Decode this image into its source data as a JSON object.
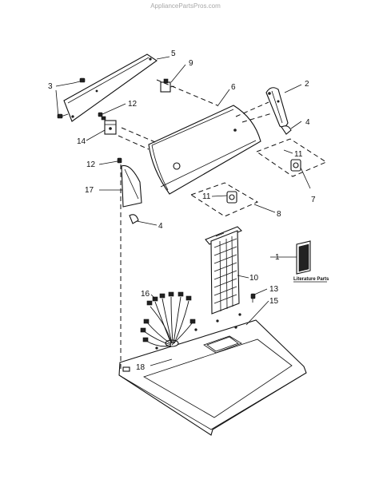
{
  "watermark": "AppliancePartsPros.com",
  "literature_label": "Literature Parts",
  "callouts": {
    "c1": "1",
    "c2": "2",
    "c3": "3",
    "c4a": "4",
    "c4b": "4",
    "c5": "5",
    "c6": "6",
    "c7": "7",
    "c8": "8",
    "c9": "9",
    "c10": "10",
    "c11a": "11",
    "c11b": "11",
    "c12a": "12",
    "c12b": "12",
    "c13": "13",
    "c14": "14",
    "c15": "15",
    "c16": "16",
    "c17": "17",
    "c18": "18"
  }
}
